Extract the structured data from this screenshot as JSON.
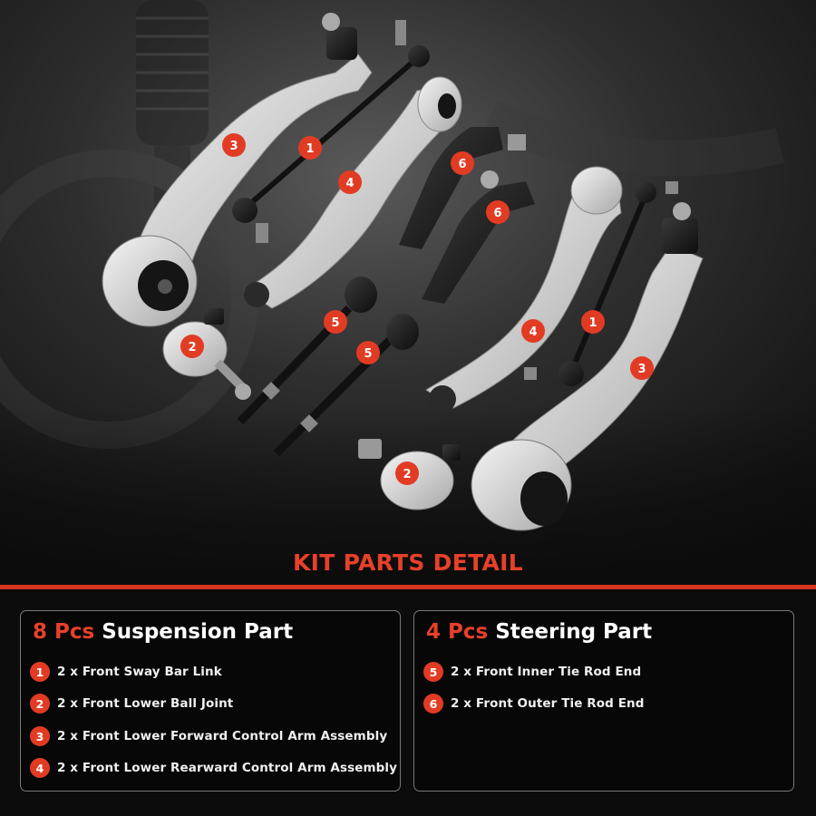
{
  "section_title": "KIT PARTS DETAIL",
  "colors": {
    "accent": "#e23b24",
    "panel_border": "#7a7a7a",
    "background": "#0c0c0c",
    "part_silver": "#d9d9d9",
    "part_black": "#151515"
  },
  "suspension": {
    "count": "8 Pcs",
    "label": "Suspension Part",
    "items": [
      {
        "num": "1",
        "text": "2 x Front Sway Bar Link"
      },
      {
        "num": "2",
        "text": "2 x Front Lower Ball Joint"
      },
      {
        "num": "3",
        "text": "2 x Front Lower Forward Control Arm Assembly"
      },
      {
        "num": "4",
        "text": "2 x Front Lower Rearward Control Arm Assembly"
      }
    ]
  },
  "steering": {
    "count": "4 Pcs",
    "label": "Steering Part",
    "items": [
      {
        "num": "5",
        "text": "2 x Front Inner Tie Rod End"
      },
      {
        "num": "6",
        "text": "2 x Front Outer Tie Rod End"
      }
    ]
  },
  "photo_labels": {
    "sway_bar_link": "1",
    "ball_joint": "2",
    "forward_arm": "3",
    "rearward_arm": "4",
    "inner_tie_rod": "5",
    "outer_tie_rod": "6"
  }
}
